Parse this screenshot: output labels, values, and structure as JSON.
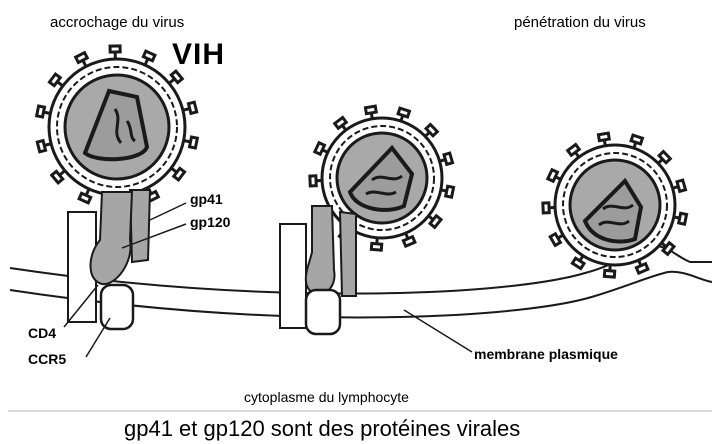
{
  "labels": {
    "attachment": "accrochage du virus",
    "penetration": "pénétration du virus",
    "virus_name": "VIH",
    "gp41": "gp41",
    "gp120": "gp120",
    "cd4": "CD4",
    "ccr5": "CCR5",
    "membrane": "membrane plasmique",
    "cytoplasm": "cytoplasme du lymphocyte"
  },
  "caption": "gp41 et gp120 sont des protéines virales",
  "colors": {
    "virus_core": "#a9a9a9",
    "protein_fill": "#a6a6a6",
    "outline": "#1a1a1a",
    "membrane_fill": "#ffffff",
    "rule": "#cfcfcf"
  }
}
